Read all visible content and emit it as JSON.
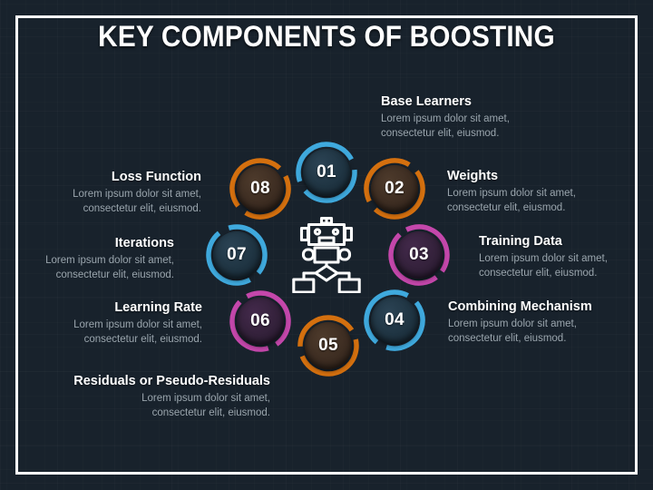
{
  "slide": {
    "title": "KEY COMPONENTS OF BOOSTING",
    "background_color": "#18222c",
    "frame_color": "#ffffff",
    "center_icon": "robot-flowchart-icon"
  },
  "colors": {
    "blue": "#3fa9dd",
    "orange": "#d4700f",
    "magenta": "#c447ab",
    "blue_core": "#1f3442",
    "orange_core": "#3d2d22",
    "magenta_core": "#33213a",
    "title": "#ffffff",
    "body_text": "#9aa5ad"
  },
  "items": [
    {
      "number": "01",
      "title": "Base Learners",
      "desc": "Lorem ipsum dolor sit amet,\nconsectetur elit, eiusmod.",
      "color": "blue",
      "side": "right"
    },
    {
      "number": "02",
      "title": "Weights",
      "desc": "Lorem ipsum dolor sit amet,\nconsectetur elit, eiusmod.",
      "color": "orange",
      "side": "right"
    },
    {
      "number": "03",
      "title": "Training Data",
      "desc": "Lorem ipsum dolor sit amet,\nconsectetur elit, eiusmod.",
      "color": "magenta",
      "side": "right"
    },
    {
      "number": "04",
      "title": "Combining Mechanism",
      "desc": "Lorem ipsum dolor sit amet,\nconsectetur elit, eiusmod.",
      "color": "blue",
      "side": "right"
    },
    {
      "number": "05",
      "title": "Residuals or Pseudo-Residuals",
      "desc": "Lorem ipsum dolor sit amet,\nconsectetur elit, eiusmod.",
      "color": "orange",
      "side": "left"
    },
    {
      "number": "06",
      "title": "Learning Rate",
      "desc": "Lorem ipsum dolor sit amet,\nconsectetur elit, eiusmod.",
      "color": "magenta",
      "side": "left"
    },
    {
      "number": "07",
      "title": "Iterations",
      "desc": "Lorem ipsum dolor sit amet,\nconsectetur elit, eiusmod.",
      "color": "blue",
      "side": "left"
    },
    {
      "number": "08",
      "title": "Loss Function",
      "desc": "Lorem ipsum dolor sit amet,\nconsectetur elit, eiusmod.",
      "color": "orange",
      "side": "left"
    }
  ]
}
